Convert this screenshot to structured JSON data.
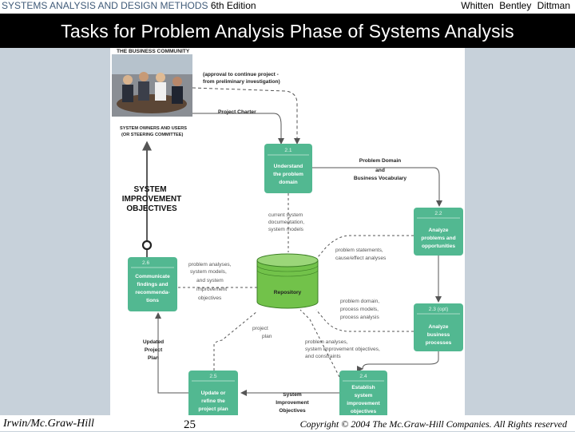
{
  "header": {
    "book_title": "SYSTEMS ANALYSIS AND DESIGN METHODS",
    "edition": "6th Edition",
    "authors": "Whitten  Bentley  Dittman"
  },
  "slide": {
    "title": "Tasks for Problem Analysis Phase of Systems Analysis"
  },
  "diagram": {
    "business_community": "THE BUSINESS COMMUNITY",
    "approval_line1": "(approval to continue project -",
    "approval_line2": "from preliminary investigation)",
    "system_owners_line1": "SYSTEM OWNERS AND USERS",
    "system_owners_line2": "(OR STEERING COMMITTEE)",
    "project_charter": "Project Charter",
    "improvement_objectives": [
      "SYSTEM",
      "IMPROVEMENT",
      "OBJECTIVES"
    ],
    "tasks": [
      {
        "num": "2.1",
        "lines": [
          "Understand",
          "the problem",
          "domain"
        ]
      },
      {
        "num": "2.2",
        "lines": [
          "Analyze",
          "problems and",
          "opportunities"
        ]
      },
      {
        "num": "2.3 (opt)",
        "lines": [
          "Analyze",
          "business",
          "processes"
        ]
      },
      {
        "num": "2.4",
        "lines": [
          "Establish",
          "system",
          "improvement",
          "objectives"
        ]
      },
      {
        "num": "2.5",
        "lines": [
          "Update or",
          "refine the",
          "project plan"
        ]
      },
      {
        "num": "2.6",
        "lines": [
          "Communicate",
          "findings and",
          "recommenda-",
          "tions"
        ]
      }
    ],
    "repository": "Repository",
    "problem_domain": [
      "Problem Domain",
      "and",
      "Business Vocabulary"
    ],
    "current_system": [
      "current system",
      "documentation,",
      "system models"
    ],
    "problem_statements": [
      "problem statements,",
      "cause/effect analyses"
    ],
    "problem_domain_models": [
      "problem domain,",
      "process models,",
      "process analysis"
    ],
    "problem_analyses_sys": [
      "problem analyses,",
      "system improvement objectives,",
      "and constraints"
    ],
    "problem_analyses_left": [
      "problem analyses,",
      "system models,",
      "and system",
      "improvement",
      "objectives"
    ],
    "project_plan": [
      "project",
      "plan"
    ],
    "updated_plan": [
      "Updated",
      "Project",
      "Plan"
    ],
    "system_improvement_obj": [
      "System",
      "Improvement",
      "Objectives"
    ]
  },
  "footer": {
    "publisher": "Irwin/Mc.Graw-Hill",
    "page": "25",
    "copyright": "Copyright © 2004 The Mc.Graw-Hill Companies. All Rights reserved"
  },
  "colors": {
    "task_box": "#52b891",
    "repository": "#72c24a",
    "title_bar": "#000000",
    "background": "#c7d1da"
  }
}
